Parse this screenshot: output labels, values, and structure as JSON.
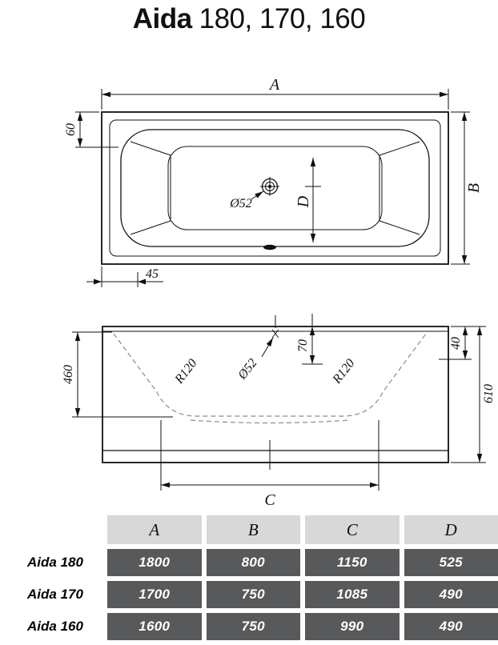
{
  "title": {
    "brand": "Aida",
    "models": "180, 170, 160"
  },
  "top_view": {
    "dim_a": "A",
    "dim_b": "B",
    "dim_60": "60",
    "dim_45": "45",
    "dim_d": "D",
    "drain_diameter": "Ø52"
  },
  "side_view": {
    "dim_460": "460",
    "dim_70": "70",
    "dim_40": "40",
    "dim_610": "610",
    "dim_c": "C",
    "radius_left": "R120",
    "radius_right": "R120",
    "drain_diameter": "Ø52"
  },
  "table": {
    "columns": [
      "A",
      "B",
      "C",
      "D"
    ],
    "rows": [
      {
        "label": "Aida 180",
        "values": [
          "1800",
          "800",
          "1150",
          "525"
        ]
      },
      {
        "label": "Aida 170",
        "values": [
          "1700",
          "750",
          "1085",
          "490"
        ]
      },
      {
        "label": "Aida 160",
        "values": [
          "1600",
          "750",
          "990",
          "490"
        ]
      }
    ]
  },
  "colors": {
    "value_cell": "#58595b",
    "header_cell": "#d8d8d8"
  }
}
